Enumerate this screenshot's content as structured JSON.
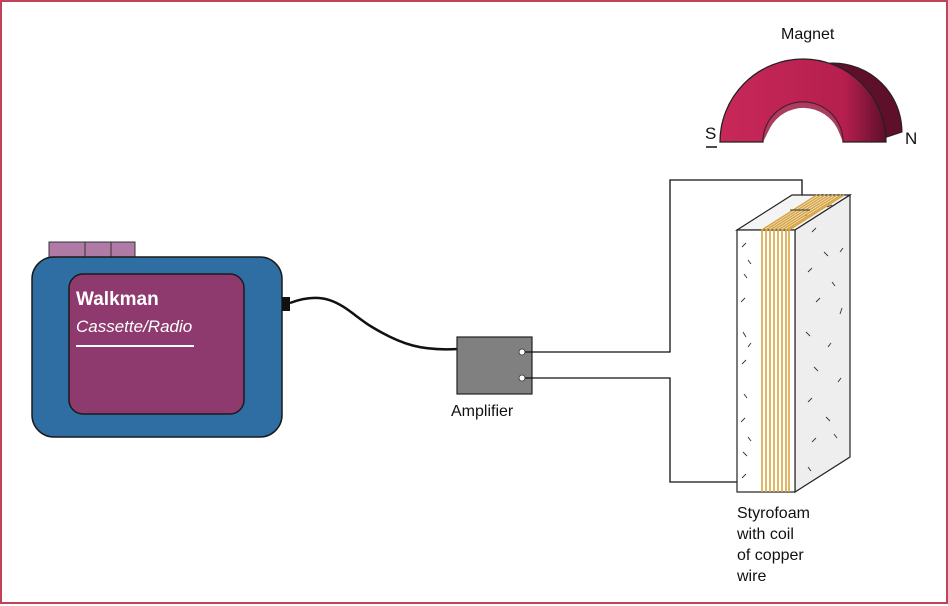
{
  "colors": {
    "border": "#c0435a",
    "walkman_body": "#2e6ea3",
    "walkman_panel": "#8e3a6e",
    "walkman_buttons": "#b07aa6",
    "amplifier": "#808080",
    "magnet": "#c8285a",
    "magnet_dark": "#7a1538",
    "copper": "#d9a441",
    "wire": "#111111"
  },
  "icons": [
    "walkman-device",
    "amplifier-box",
    "horseshoe-magnet",
    "styrofoam-coil-block"
  ],
  "walkman": {
    "title": "Walkman",
    "subtitle": "Cassette/Radio"
  },
  "amplifier": {
    "label": "Amplifier"
  },
  "magnet": {
    "label": "Magnet",
    "pole_left": "S",
    "pole_right": "N"
  },
  "coil": {
    "label_lines": [
      "Styrofoam",
      "with coil",
      "of copper",
      "wire"
    ]
  }
}
